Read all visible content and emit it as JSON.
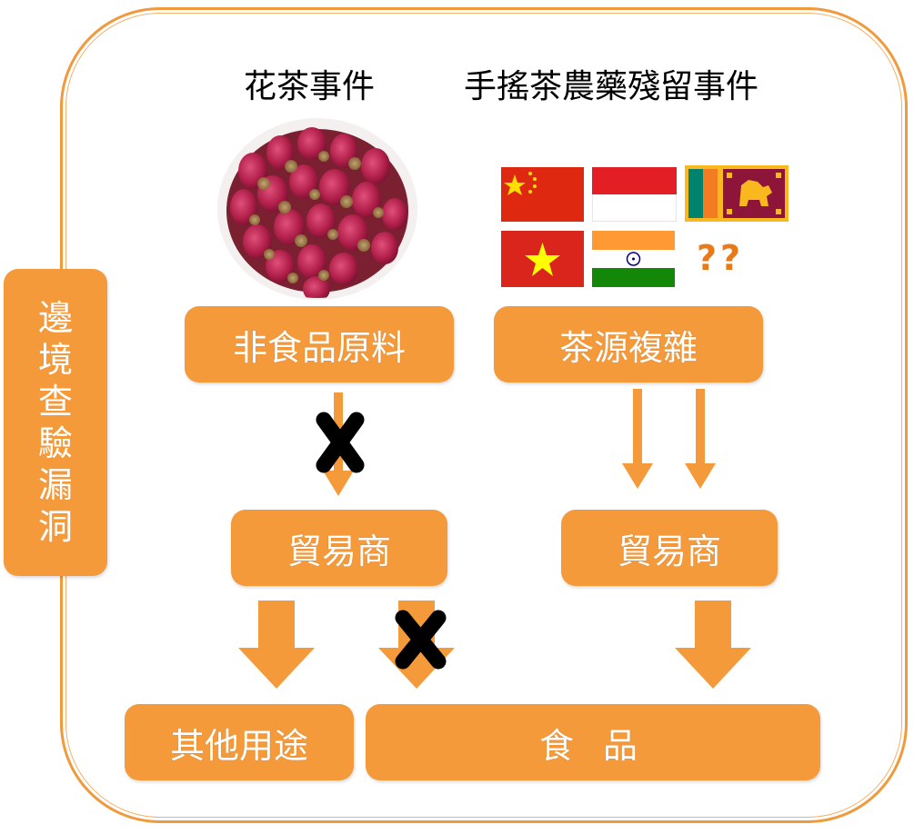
{
  "headings": {
    "left": "花茶事件",
    "right": "手搖茶農藥殘留事件"
  },
  "side_label": [
    "邊",
    "境",
    "查",
    "驗",
    "漏",
    "洞"
  ],
  "boxes": {
    "non_food": "非食品原料",
    "tea_source": "茶源複雜",
    "trader_left": "貿易商",
    "trader_right": "貿易商",
    "other_use": "其他用途",
    "food": "食 品"
  },
  "unknown_origin": "??",
  "flags": [
    "china-flag",
    "indonesia-flag",
    "sri-lanka-flag",
    "vietnam-flag",
    "india-flag"
  ],
  "colors": {
    "accent": "#f49a3a",
    "frame": "#f09a3e",
    "cross": "#000000"
  }
}
